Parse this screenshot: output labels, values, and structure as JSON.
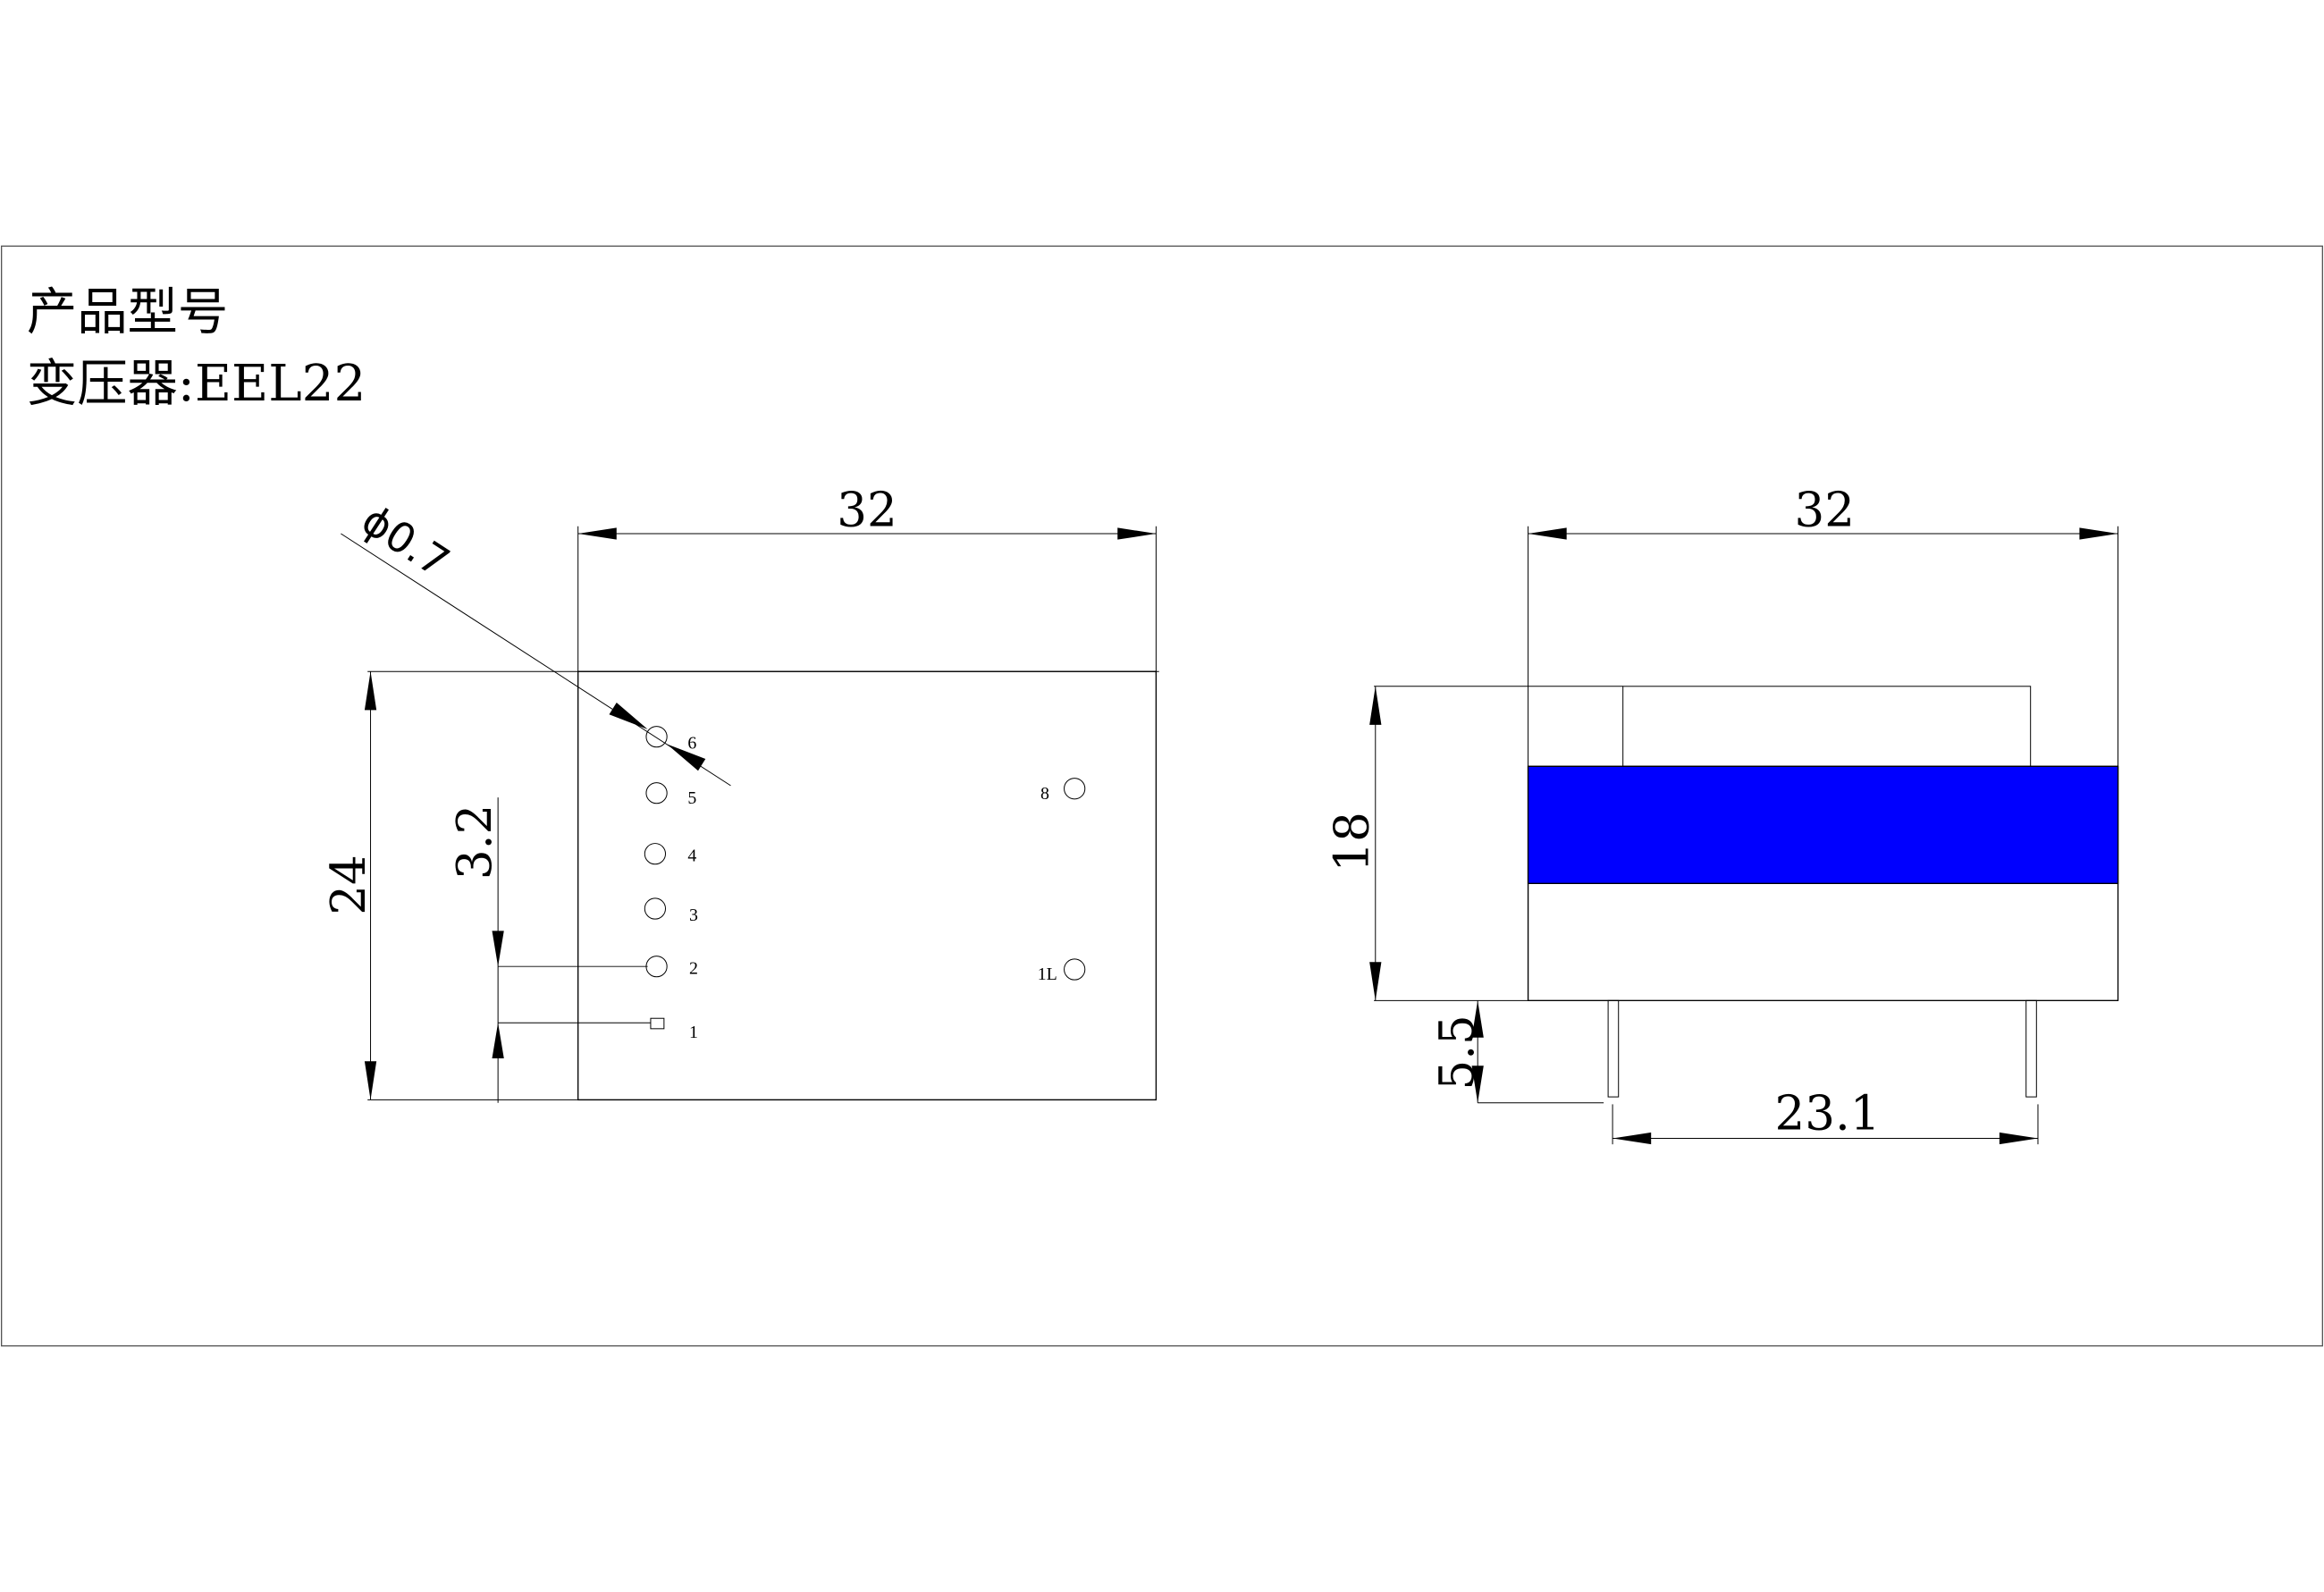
{
  "title": {
    "line1": "产品型号",
    "line2": "变压器:EEL22"
  },
  "top_view": {
    "width_dim": "32",
    "height_dim": "24",
    "pin_pitch_dim": "3.2",
    "hole_dim": "ϕ0.7",
    "pins_left": [
      "6",
      "5",
      "4",
      "3",
      "2",
      "1"
    ],
    "pins_right": [
      "8",
      "1L"
    ]
  },
  "side_view": {
    "width_dim": "32",
    "height_dim": "18",
    "pin_length_dim": "5.5",
    "pin_span_dim": "23.1",
    "band_color": "#0000ff"
  }
}
